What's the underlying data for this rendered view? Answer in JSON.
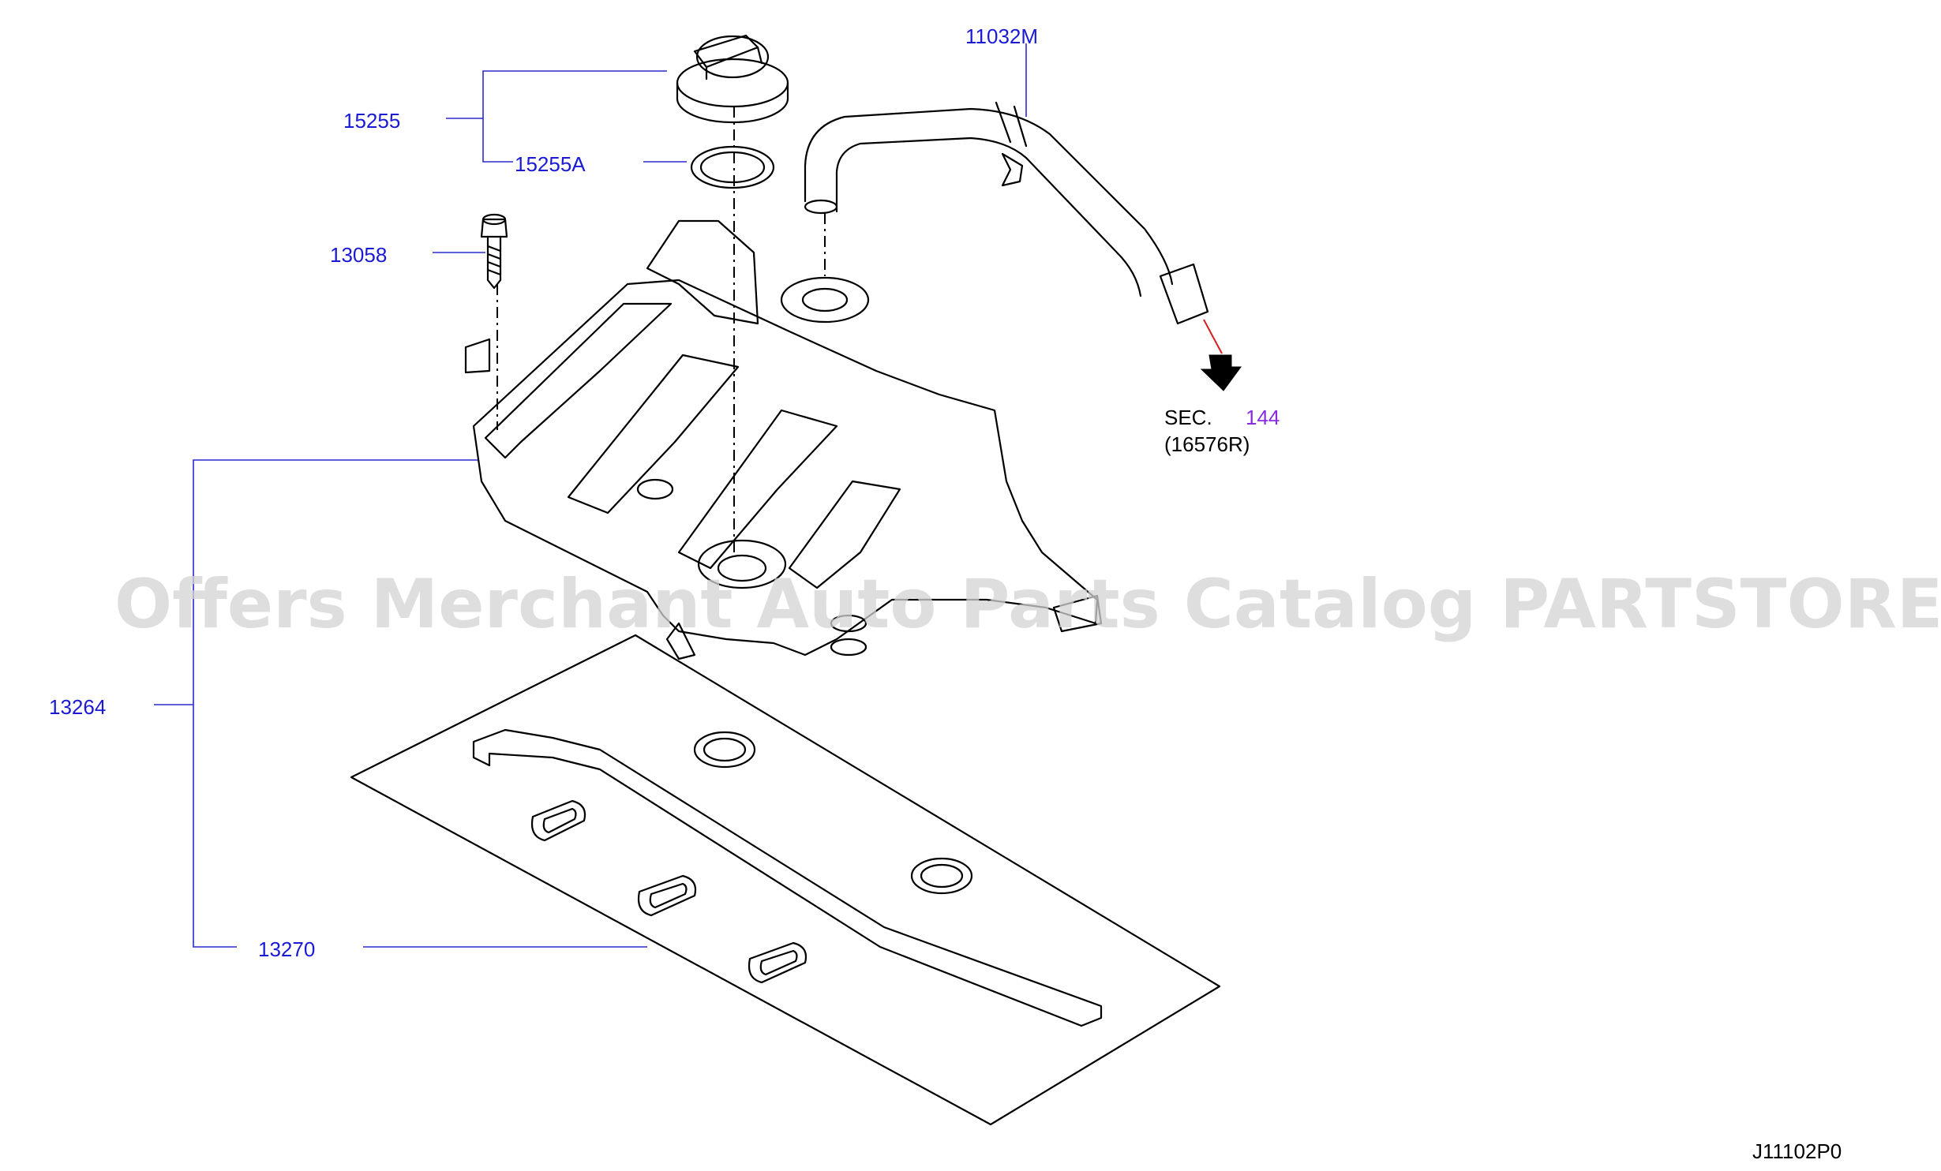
{
  "diagram_code": "J11102P0",
  "watermark": "Offers Merchant Auto Parts Catalog PARTSTORE.SA",
  "section_ref": {
    "prefix": "SEC.",
    "number": "144",
    "sub": "(16576R)"
  },
  "parts": {
    "p15255": "15255",
    "p15255A": "15255A",
    "p13058": "13058",
    "p11032M": "11032M",
    "p13264": "13264",
    "p13270": "13270"
  },
  "colors": {
    "label": "#1a1ad4",
    "section_number": "#8a2be2",
    "arrow_line": "#d42020"
  }
}
